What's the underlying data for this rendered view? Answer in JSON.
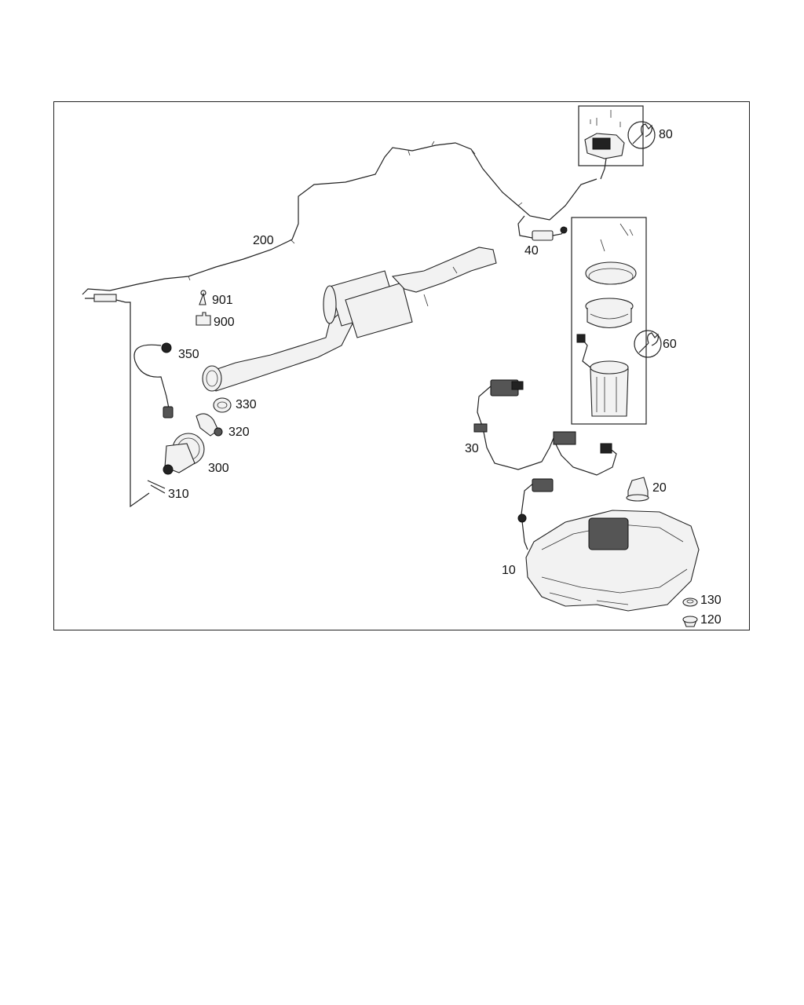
{
  "labels": {
    "p10": "10",
    "p20": "20",
    "p30": "30",
    "p40": "40",
    "p60": "60",
    "p80": "80",
    "p120": "120",
    "p130": "130",
    "p200": "200",
    "p300": "300",
    "p310": "310",
    "p320": "320",
    "p330": "330",
    "p350": "350",
    "p900": "900",
    "p901": "901"
  },
  "icons": {
    "assembly_icon": "wrench-icon"
  },
  "colors": {
    "line": "#222222",
    "background": "#ffffff"
  }
}
